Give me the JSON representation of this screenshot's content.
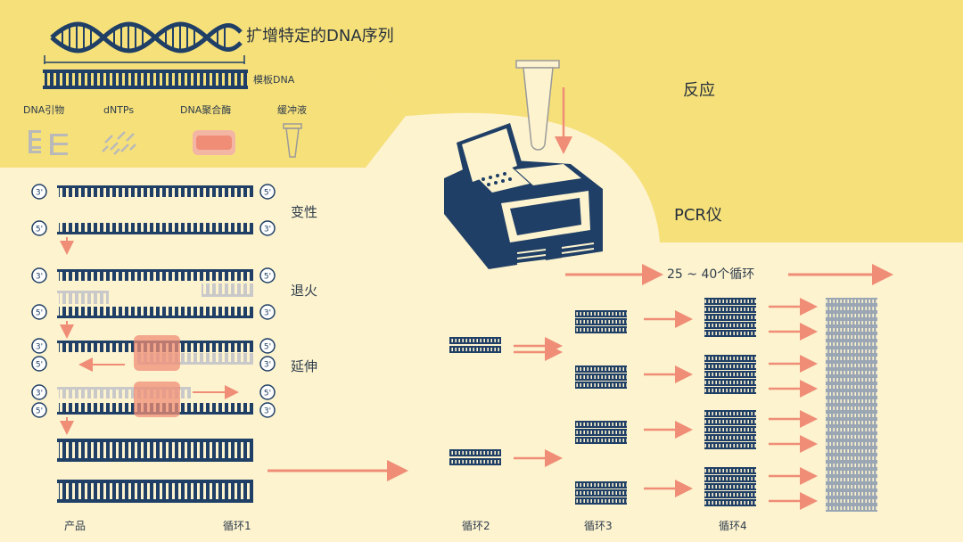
{
  "header": {
    "title": "扩增特定的DNA序列",
    "template_label": "模板DNA"
  },
  "reagents": [
    "DNA引物",
    "dNTPs",
    "DNA聚合酶",
    "缓冲液"
  ],
  "steps": {
    "denature": "变性",
    "anneal": "退火",
    "extend": "延伸"
  },
  "reaction": {
    "label": "反应",
    "machine": "PCR仪"
  },
  "cycles_text": "25 ~ 40个循环",
  "footer": {
    "product": "产品",
    "cycle1": "循环1",
    "cycle2": "循环2",
    "cycle3": "循环3",
    "cycle4": "循环4"
  },
  "strand_ends": {
    "three_prime": "3'",
    "five_prime": "5'"
  },
  "colors": {
    "navy": "#1f3f66",
    "salmon": "#ef8d76",
    "yellow": "#f6e07a",
    "cream": "#fdf3cf",
    "grey": "#c9c9c9"
  }
}
